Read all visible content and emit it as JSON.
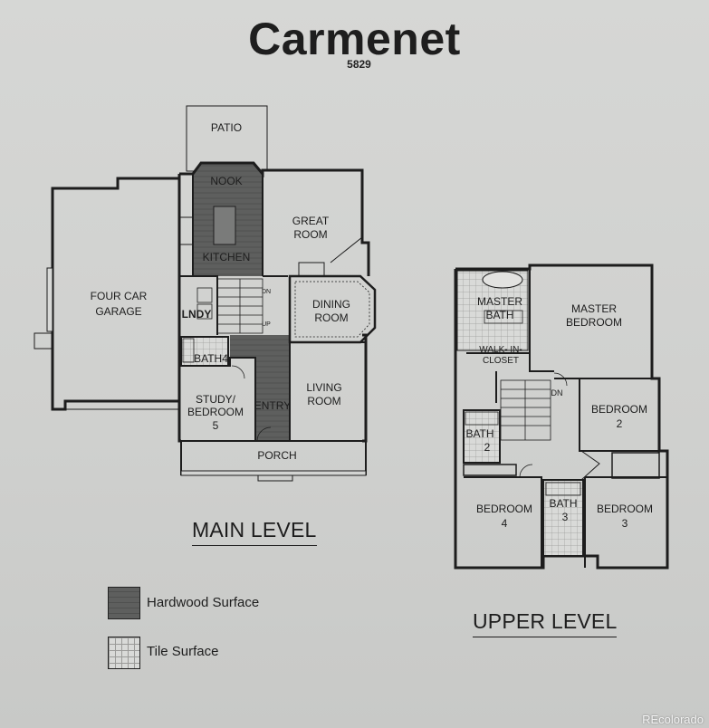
{
  "header": {
    "title": "Carmenet",
    "plan_number": "5829"
  },
  "main_level": {
    "rooms": [
      {
        "name": "PATIO"
      },
      {
        "name": "NOOK"
      },
      {
        "name": "KITCHEN"
      },
      {
        "line1": "GREAT",
        "line2": "ROOM"
      },
      {
        "line1": "FOUR CAR",
        "line2": "GARAGE"
      },
      {
        "line1": "DINING",
        "line2": "ROOM"
      },
      {
        "name": "LNDY"
      },
      {
        "name": "BATH4"
      },
      {
        "line1": "STUDY/",
        "line2": "BEDROOM",
        "line3": "5"
      },
      {
        "name": "ENTRY"
      },
      {
        "line1": "LIVING",
        "line2": "ROOM"
      },
      {
        "name": "PORCH"
      }
    ],
    "stairs_down": "DN",
    "stairs_up": "UP"
  },
  "upper_level": {
    "rooms": [
      {
        "line1": "MASTER",
        "line2": "BATH"
      },
      {
        "line1": "MASTER",
        "line2": "BEDROOM"
      },
      {
        "line1": "WALK- IN-",
        "line2": "CLOSET"
      },
      {
        "line1": "BEDROOM",
        "line2": "2"
      },
      {
        "line1": "BATH",
        "line2": "2"
      },
      {
        "line1": "BEDROOM",
        "line2": "4"
      },
      {
        "line1": "BATH",
        "line2": "3"
      },
      {
        "line1": "BEDROOM",
        "line2": "3"
      }
    ],
    "stairs_down": "DN"
  },
  "levels": {
    "main": "MAIN LEVEL",
    "upper": "UPPER LEVEL"
  },
  "legend": [
    {
      "label": "Hardwood Surface",
      "color": "#5e5f5e"
    },
    {
      "label": "Tile Surface",
      "color": "#d9dad8"
    }
  ],
  "watermark": "REcolorado"
}
